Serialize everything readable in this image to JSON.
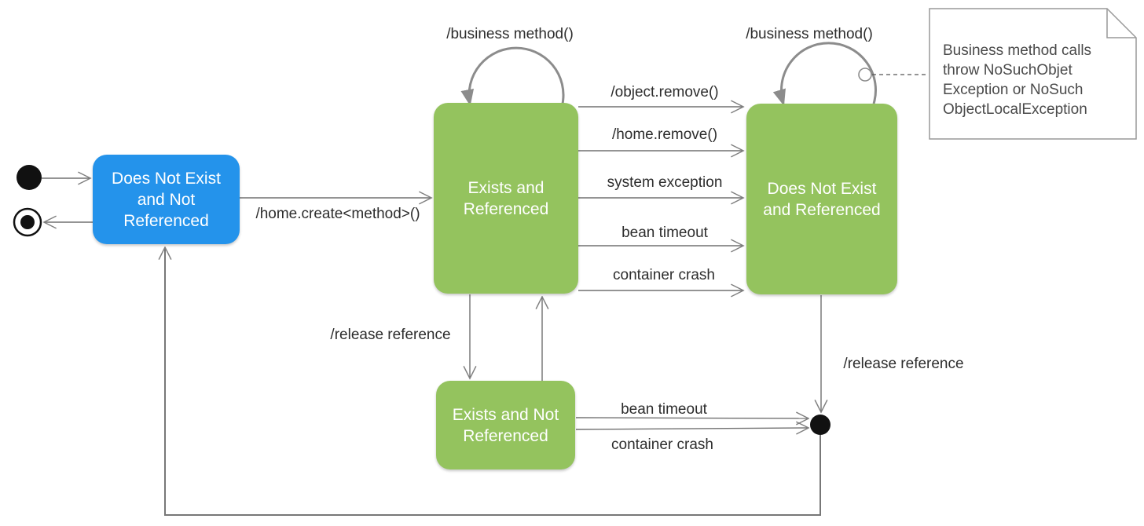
{
  "colors": {
    "state_blue": "#2493EB",
    "state_green": "#94C35E",
    "label_text": "#2d2d2d",
    "note_text": "#4a4a4a",
    "line_gray": "#707070",
    "loop_gray": "#8C8C8C"
  },
  "states": {
    "does_not_exist_not_referenced": {
      "label": "Does Not Exist\nand Not\nReferenced"
    },
    "exists_and_referenced": {
      "label": "Exists and\nReferenced"
    },
    "does_not_exist_and_referenced": {
      "label": "Does Not Exist\nand Referenced"
    },
    "exists_and_not_referenced": {
      "label": "Exists and Not\nReferenced"
    }
  },
  "transitions": {
    "home_create": "/home.create<method>()",
    "business_method_left": "/business method()",
    "business_method_right": "/business method()",
    "object_remove": "/object.remove()",
    "home_remove": "/home.remove()",
    "system_exception": "system exception",
    "bean_timeout_mid": "bean timeout",
    "container_crash_mid": "container crash",
    "release_reference_left": "/release reference",
    "release_reference_right": "/release reference",
    "bean_timeout_bottom": "bean timeout",
    "container_crash_bottom": "container crash"
  },
  "note": {
    "text": "Business method calls\nthrow NoSuchObjet\nException or NoSuch\nObjectLocalException"
  }
}
